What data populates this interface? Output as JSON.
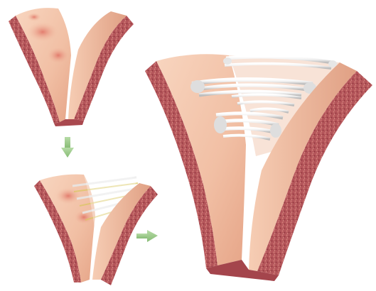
{
  "figure": {
    "panels": [
      "tissue-gap",
      "fibrous-bridging",
      "collagen-bridging-enlarged"
    ],
    "arrows": [
      "down-arrow",
      "right-arrow"
    ]
  },
  "colors": {
    "background": "#ffffff",
    "tissue_surface": "#f4c7ad",
    "tissue_surface_shade": "#e9ab8d",
    "inflamed_patch": "#e4826f",
    "cut_edge": "#b8585a",
    "cut_edge_dark": "#8e3a3f",
    "fiber": "#f2f2f2",
    "fiber_shadow": "#c9c9c9",
    "yellow_fiber": "#d9c75e",
    "arrow": "#9bc98a"
  }
}
